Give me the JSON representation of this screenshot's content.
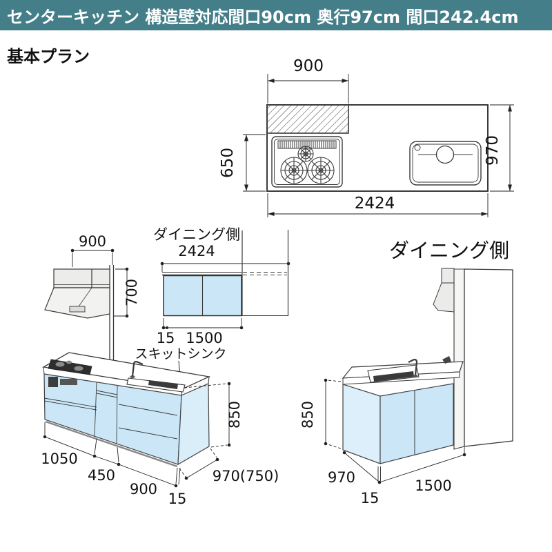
{
  "header": {
    "title": "センターキッチン 構造壁対応間口90cm 奥行97cm 間口242.4cm"
  },
  "subtitle": "基本プラン",
  "plan": {
    "width_top": "900",
    "depth_left": "650",
    "width_total": "2424",
    "depth_right": "970"
  },
  "hood": {
    "width": "900",
    "height": "700"
  },
  "mid": {
    "side_label": "ダイニング側",
    "width_total": "2424",
    "dim_back": "15",
    "dim_cabinet": "1500",
    "sink_label": "スキットシンク"
  },
  "left_iso": {
    "seg1": "1050",
    "seg2": "450",
    "seg3": "900",
    "seg4": "15",
    "depth": "970(750)",
    "height": "850"
  },
  "right_iso": {
    "side_label": "ダイニング側",
    "height": "850",
    "depth": "970",
    "inset": "15",
    "width": "1500"
  },
  "colors": {
    "header_bg": "#447f89",
    "cabinet_blue": "#cbe7f7",
    "cabinet_blue_light": "#daeefa",
    "line": "#3a3a3a"
  }
}
